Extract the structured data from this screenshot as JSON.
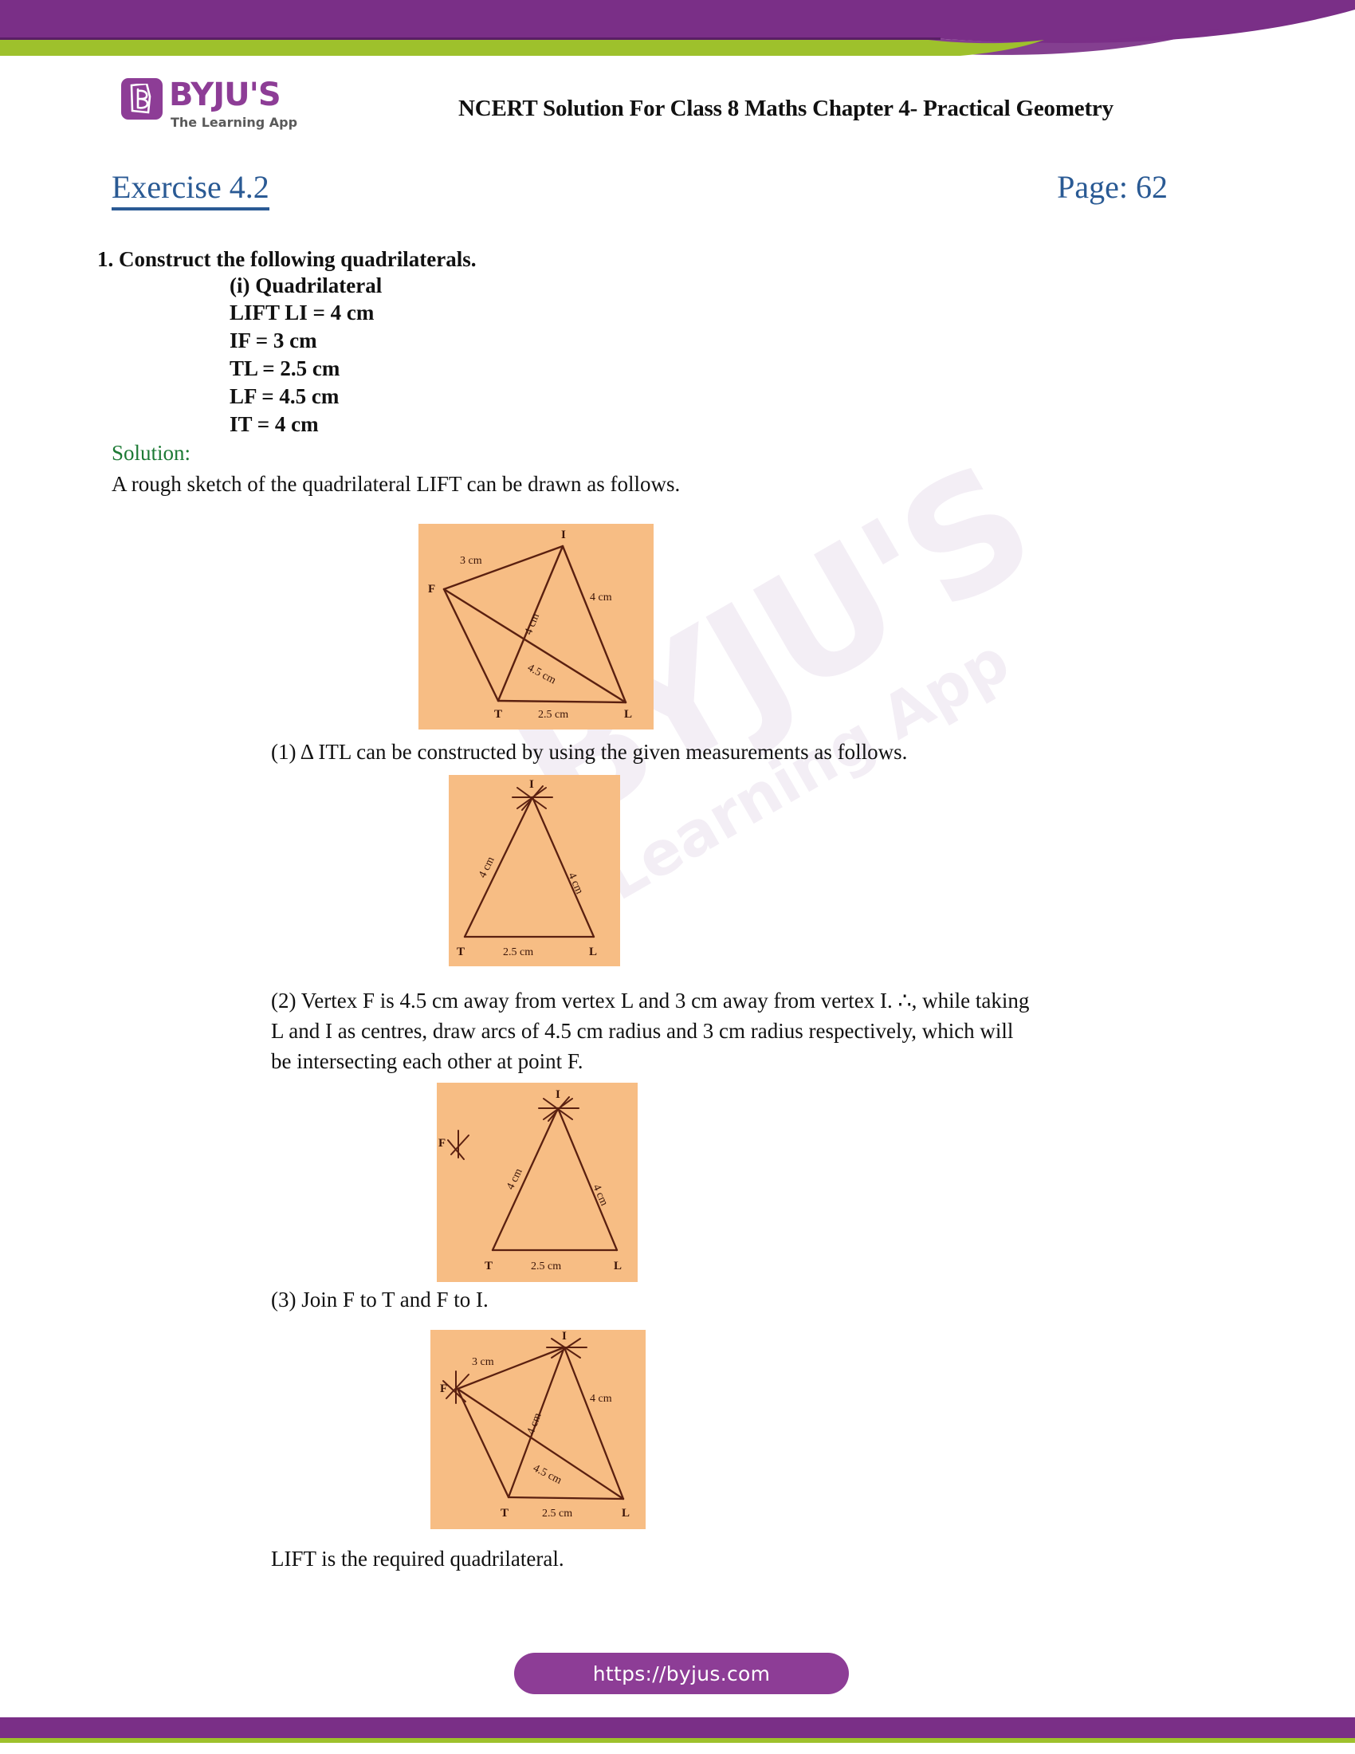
{
  "header": {
    "logo": {
      "brand": "BYJU'S",
      "tagline": "The Learning App",
      "mark_icon": "byjus-b-logo-icon",
      "brand_color": "#8d3d96"
    },
    "doc_title": "NCERT Solution For Class 8 Maths Chapter 4- Practical Geometry",
    "band_purple": "#7a2f87",
    "band_green": "#9ec12c"
  },
  "title_row": {
    "exercise": "Exercise 4.2",
    "page_label": "Page: 62",
    "accent_color": "#2a5a94"
  },
  "question": {
    "number_and_text": "1. Construct the following quadrilaterals.",
    "sub_item": "(i) Quadrilateral",
    "measurements": [
      "LIFT LI = 4 cm",
      "IF = 3 cm",
      "TL = 2.5 cm",
      "LF = 4.5 cm",
      "IT = 4 cm"
    ]
  },
  "solution": {
    "label": "Solution:",
    "label_color": "#1d7a35",
    "intro": "A rough sketch of the quadrilateral LIFT can be drawn as follows.",
    "steps": [
      {
        "id": "step-1",
        "lines": [
          "(1) Δ ITL can be constructed by using the given measurements as follows."
        ]
      },
      {
        "id": "step-2",
        "lines": [
          "(2) Vertex F is 4.5 cm away from vertex L and 3 cm away from vertex I. ∴, while taking",
          "L and I as centres, draw arcs of 4.5 cm radius and 3 cm radius respectively, which will",
          "be intersecting each other at point F."
        ]
      },
      {
        "id": "step-3",
        "lines": [
          "(3) Join F to T and F to I."
        ]
      }
    ],
    "conclusion": "LIFT is the required quadrilateral."
  },
  "figures": [
    {
      "id": "rough-sketch-lift",
      "caption_key": "rough sketch of quadrilateral LIFT",
      "bg": "#f7bd84",
      "stroke": "#5a2010",
      "vertices": [
        "I",
        "F",
        "T",
        "L"
      ],
      "labels": [
        "3 cm",
        "4 cm",
        "4 cm",
        "4.5 cm",
        "2.5 cm"
      ]
    },
    {
      "id": "triangle-itl",
      "caption_key": "triangle ITL construction",
      "bg": "#f7bd84",
      "stroke": "#5a2010",
      "vertices": [
        "I",
        "T",
        "L"
      ],
      "labels": [
        "4 cm",
        "4 cm",
        "2.5 cm"
      ]
    },
    {
      "id": "triangle-itl-with-arcs",
      "caption_key": "triangle ITL plus arcs intersecting at F",
      "bg": "#f7bd84",
      "stroke": "#5a2010",
      "vertices": [
        "I",
        "F",
        "T",
        "L"
      ],
      "labels": [
        "4 cm",
        "4 cm",
        "2.5 cm"
      ]
    },
    {
      "id": "quadrilateral-lift-complete",
      "caption_key": "completed quadrilateral LIFT",
      "bg": "#f7bd84",
      "stroke": "#5a2010",
      "vertices": [
        "I",
        "F",
        "T",
        "L"
      ],
      "labels": [
        "3 cm",
        "4 cm",
        "4 cm",
        "4.5 cm",
        "2.5 cm"
      ]
    }
  ],
  "watermark": {
    "word": "BYJU'S",
    "tagline": "Learning App",
    "color": "#f3eef5"
  },
  "footer": {
    "url": "https://byjus.com",
    "pill_color": "#8d3d96",
    "band_purple": "#7a2f87",
    "band_green": "#9ec12c"
  }
}
